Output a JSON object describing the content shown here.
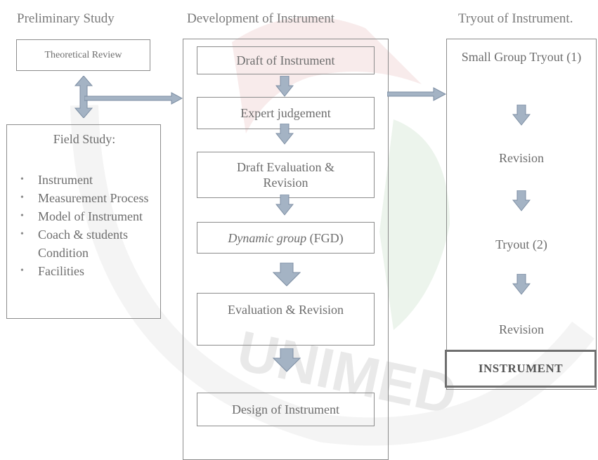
{
  "columns": {
    "preliminary": "Preliminary Study",
    "development": "Development of Instrument",
    "tryout": "Tryout of Instrument."
  },
  "preliminary": {
    "theoretical_review": "Theoretical Review",
    "field_study_title": "Field Study:",
    "field_items": [
      "Instrument",
      "Measurement Process",
      "Model of Instrument",
      "Coach & students Condition",
      "Facilities"
    ]
  },
  "development": {
    "steps": [
      "Draft  of Instrument",
      "Expert judgement",
      "Draft Evaluation & Revision",
      "Dynamic group",
      "Evaluation & Revision",
      "Design of  Instrument"
    ],
    "dynamic_group_suffix": " (FGD)"
  },
  "tryout": {
    "steps": [
      "Small Group Tryout (1)",
      "Revision",
      "Tryout (2)",
      "Revision"
    ],
    "final": "INSTRUMENT"
  },
  "watermark": {
    "text": "UNIMED"
  },
  "colors": {
    "arrow_fill": "#a4b3c4",
    "arrow_stroke": "#7d8ea3",
    "border": "#8c8c8c",
    "text": "#6d6d6d",
    "watermark_red": "#f4dede",
    "watermark_green": "#deeede"
  }
}
